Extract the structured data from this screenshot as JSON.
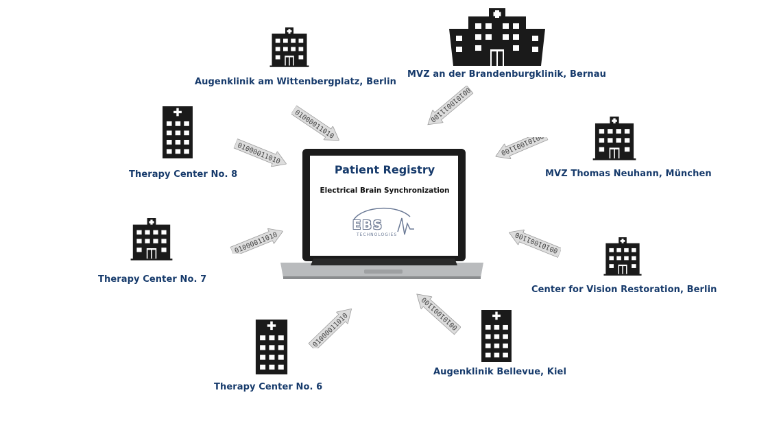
{
  "registry": {
    "title": "Patient Registry",
    "subtitle": "Electrical Brain Synchronization",
    "logo_text": "EBS",
    "logo_sub": "TECHNOLOGIES"
  },
  "clinics": [
    {
      "label": "Augenklinik  am Wittenbergplatz, Berlin"
    },
    {
      "label": "MVZ an der Brandenburgklinik,  Bernau"
    },
    {
      "label": "Therapy Center No. 8"
    },
    {
      "label": "MVZ Thomas Neuhann,  München"
    },
    {
      "label": "Therapy Center No. 7"
    },
    {
      "label": "Center for Vision  Restoration, Berlin"
    },
    {
      "label": "Therapy Center No. 6"
    },
    {
      "label": "Augenklinik  Bellevue,  Kiel"
    }
  ],
  "arrows": [
    {
      "bits": "01000011010"
    },
    {
      "bits": "001010011100"
    },
    {
      "bits": "01000011010"
    },
    {
      "bits": "00101001100"
    },
    {
      "bits": "01000011010"
    },
    {
      "bits": "00101001100"
    },
    {
      "bits": "01000011010"
    },
    {
      "bits": "00101001100"
    }
  ],
  "colors": {
    "label": "#163a6b",
    "building": "#1a1a1a",
    "arrow_fill": "#dddddd"
  }
}
